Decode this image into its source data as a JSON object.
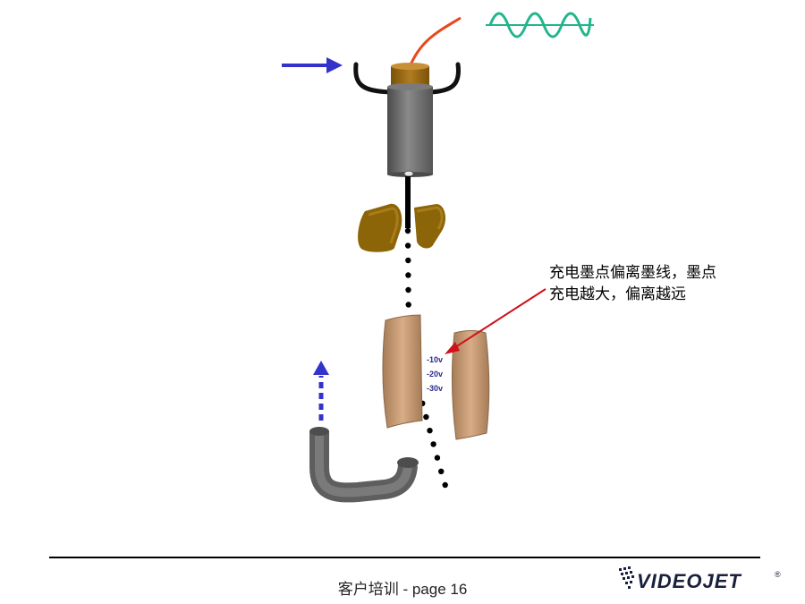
{
  "annotation": {
    "line1": "充电墨点偏离墨线，墨点",
    "line2": "充电越大，偏离越远"
  },
  "voltages": [
    "-10v",
    "-20v",
    "-30v"
  ],
  "footer": {
    "text": "客户培训 - page 16",
    "brand": "VIDEOJET",
    "trademark": "®"
  },
  "colors": {
    "modulation_wave": "#21b58c",
    "wire": "#e8471e",
    "ink_arrow": "#3333cc",
    "pointer": "#d0111b",
    "nozzle_body": "#6a6a6a",
    "nozzle_cap": "#9a6a12",
    "charge_electrode": "#8b6508",
    "deflection_plate": "#c79b74",
    "gutter": "#6b6b6b",
    "voltage_label": "#2a2a8c"
  }
}
